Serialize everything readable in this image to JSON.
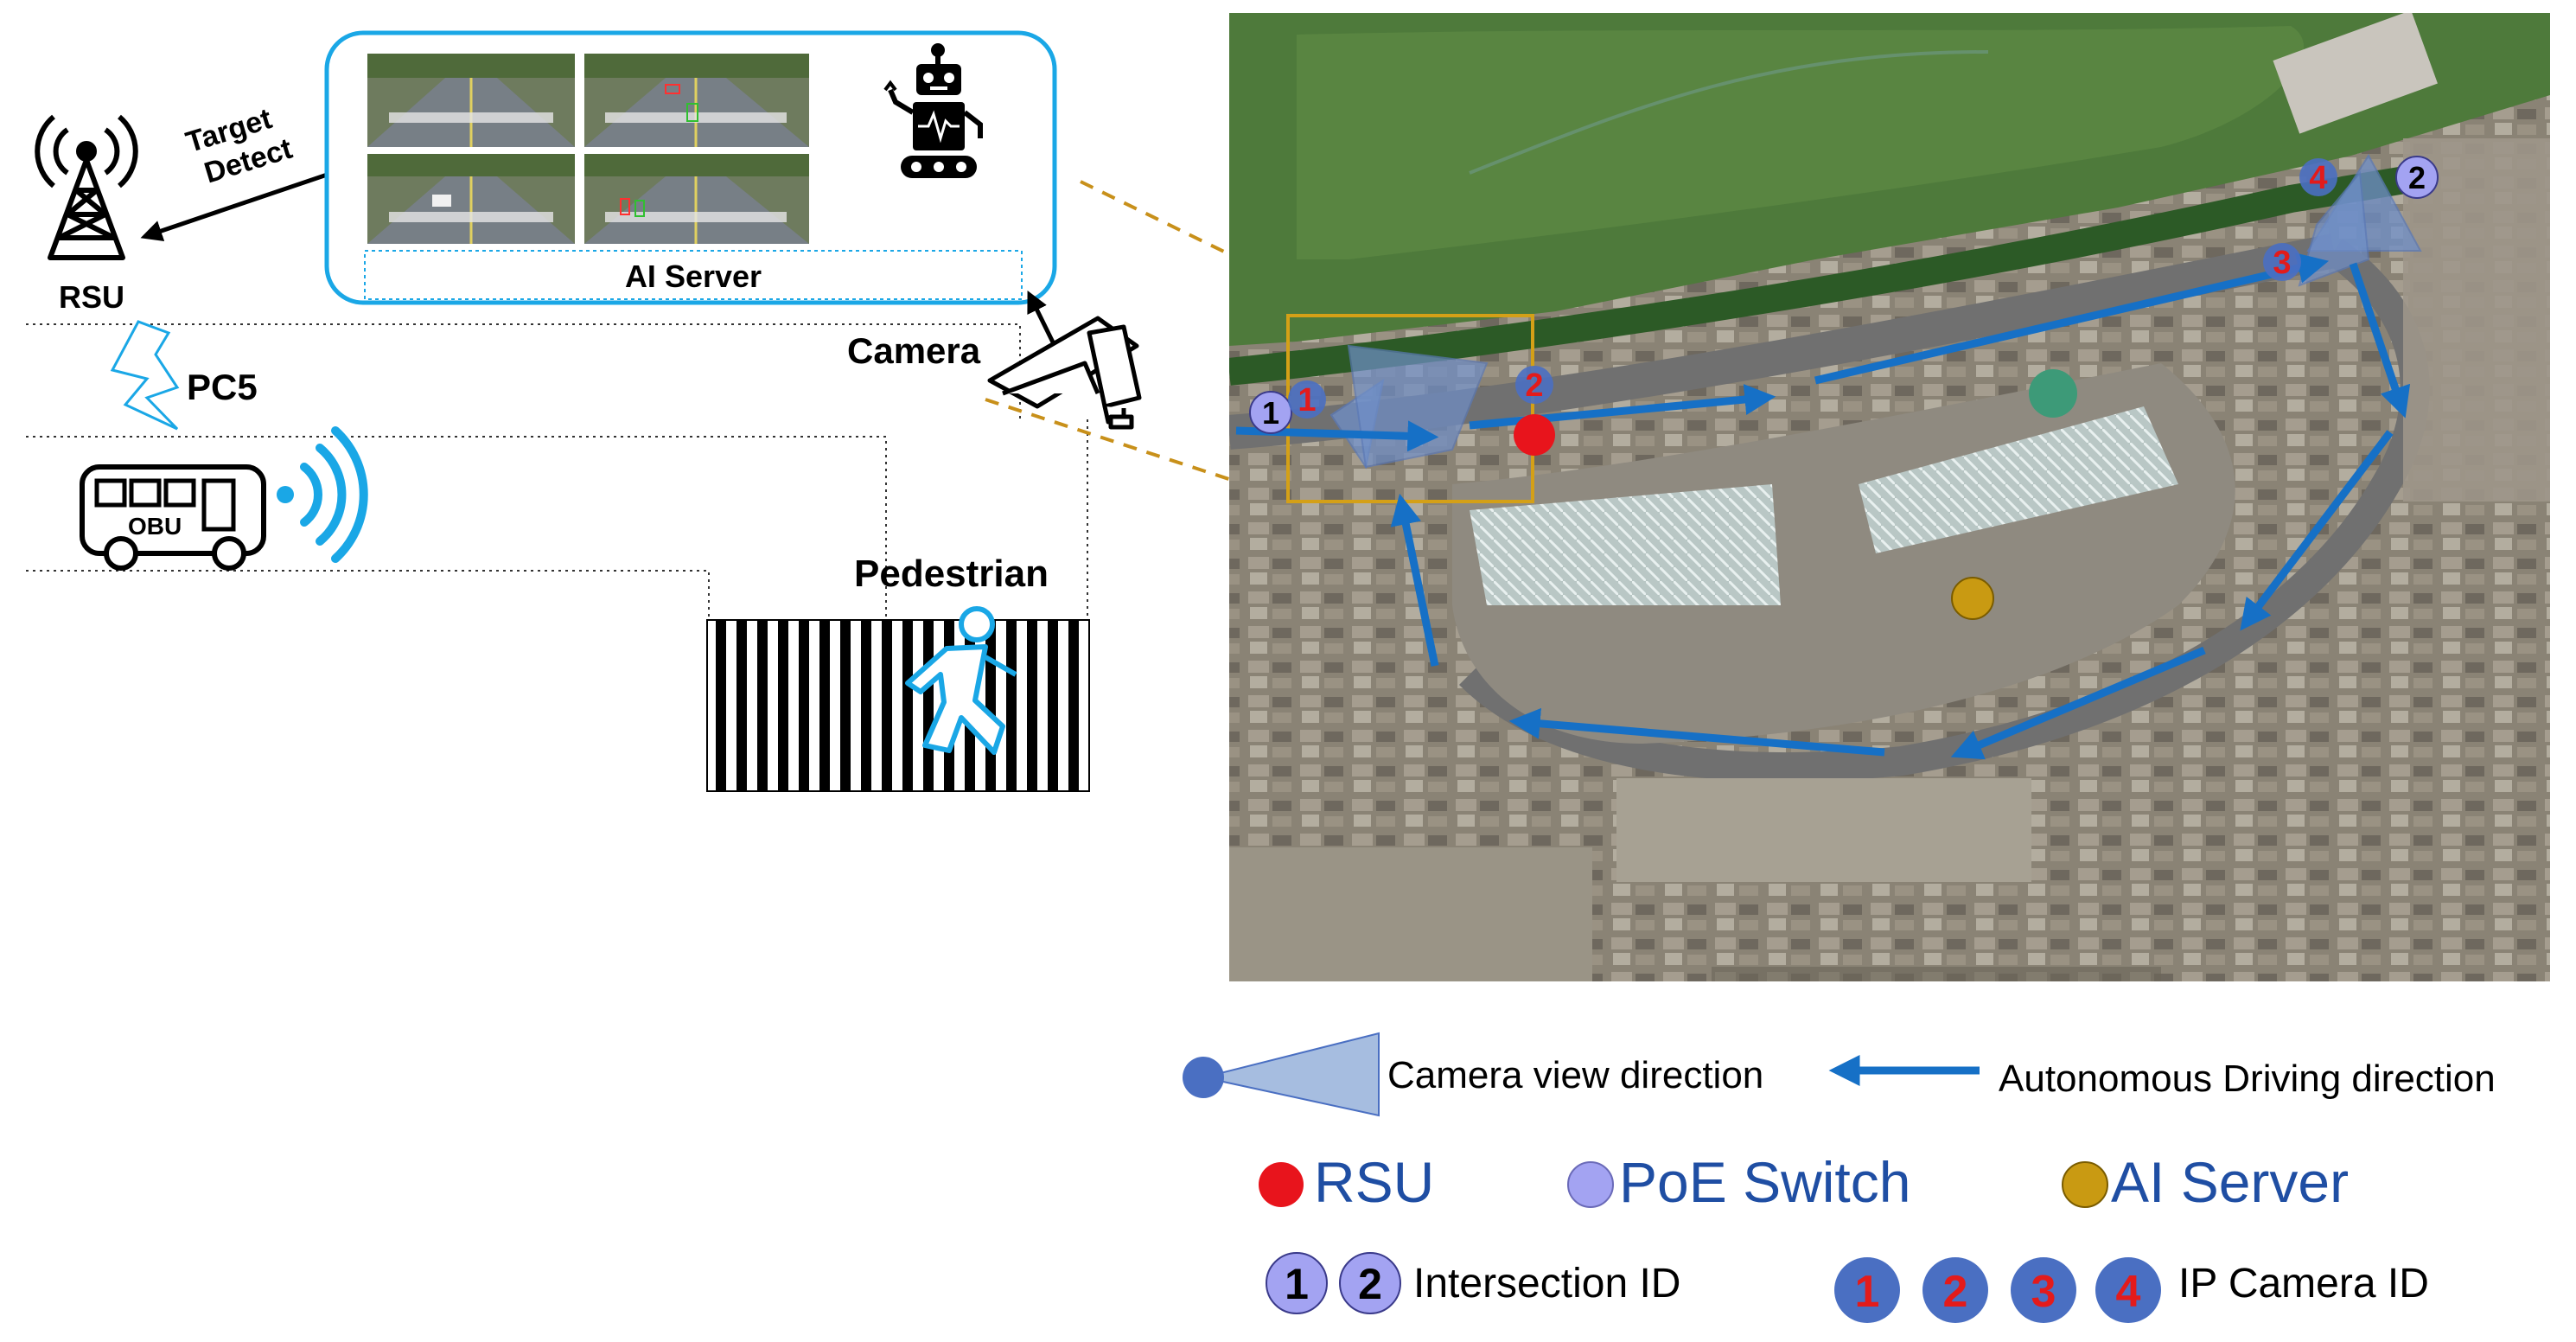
{
  "left_panel": {
    "rsu_label": "RSU",
    "target_detect_line1": "Target",
    "target_detect_line2": "Detect",
    "ai_server_label": "AI Server",
    "camera_label": "Camera",
    "pc5_label": "PC5",
    "obu_label": "OBU",
    "pedestrian_label": "Pedestrian"
  },
  "map": {
    "intersection_markers": [
      "1",
      "2"
    ],
    "camera_markers": [
      "1",
      "2",
      "3",
      "4"
    ]
  },
  "legend": {
    "camera_view_direction": "Camera view direction",
    "autonomous_driving_direction": "Autonomous Driving direction",
    "rsu": "RSU",
    "poe_switch": "PoE Switch",
    "ai_server": "AI Server",
    "intersection_id_label": "Intersection ID",
    "intersection_ids": [
      "1",
      "2"
    ],
    "ip_camera_id_label": "IP Camera ID",
    "ip_camera_ids": [
      "1",
      "2",
      "3",
      "4"
    ]
  },
  "colors": {
    "ai_server_frame": "#1aa7e6",
    "rsu_dot": "#e8141c",
    "poe_switch_dot": "#a3a3f2",
    "ai_server_dot": "#c99a12",
    "route_arrow": "#1670c6",
    "camera_cone": "#6f8fc9",
    "camera_id_fill": "#4a6fc2",
    "camera_id_text": "#e31b1b",
    "legend_text_blue": "#1f4ea3",
    "zoom_box": "#d4a017"
  }
}
